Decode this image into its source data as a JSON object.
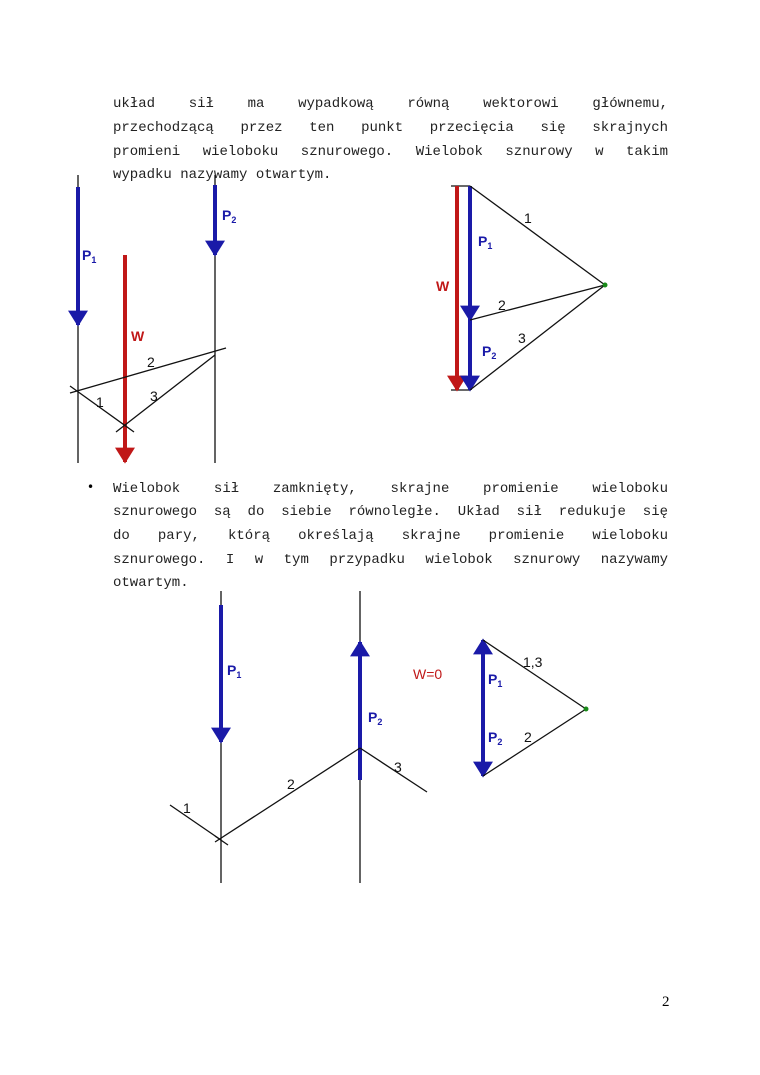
{
  "paragraph1": {
    "lines": [
      "układ sił ma wypadkową równą wektorowi głównemu,",
      "przechodzącą przez ten punkt przecięcia się skrajnych",
      "promieni wieloboku sznurowego. Wielobok sznurowy w takim",
      "wypadku nazywamy otwartym."
    ]
  },
  "paragraph2": {
    "bullet": "•",
    "lines": [
      "Wielobok sił zamknięty, skrajne promienie wieloboku",
      "sznurowego są do siebie równoległe. Układ sił redukuje się",
      "do pary, którą określają skrajne promienie wieloboku",
      "sznurowego. I w tym przypadku wielobok sznurowy nazywamy",
      "otwartym."
    ]
  },
  "figure1": {
    "labels": {
      "p1": "P",
      "p1_sub": "1",
      "p2": "P",
      "p2_sub": "2",
      "w": "W",
      "r1": "1",
      "r2": "2",
      "r3": "3"
    },
    "polygon_labels": {
      "p1": "P",
      "p1_sub": "1",
      "p2": "P",
      "p2_sub": "2",
      "w": "W",
      "r1": "1",
      "r2": "2",
      "r3": "3"
    }
  },
  "figure2": {
    "labels": {
      "p1": "P",
      "p1_sub": "1",
      "p2": "P",
      "p2_sub": "2",
      "r1": "1",
      "r2": "2",
      "r3": "3",
      "w": "W=0"
    },
    "polygon_labels": {
      "p1": "P",
      "p1_sub": "1",
      "p2": "P",
      "p2_sub": "2",
      "r13": "1,3",
      "r2": "2"
    }
  },
  "colors": {
    "force": "#1a1aa8",
    "resultant": "#c01818",
    "pole": "#1a8a1a"
  },
  "page_number": "2"
}
